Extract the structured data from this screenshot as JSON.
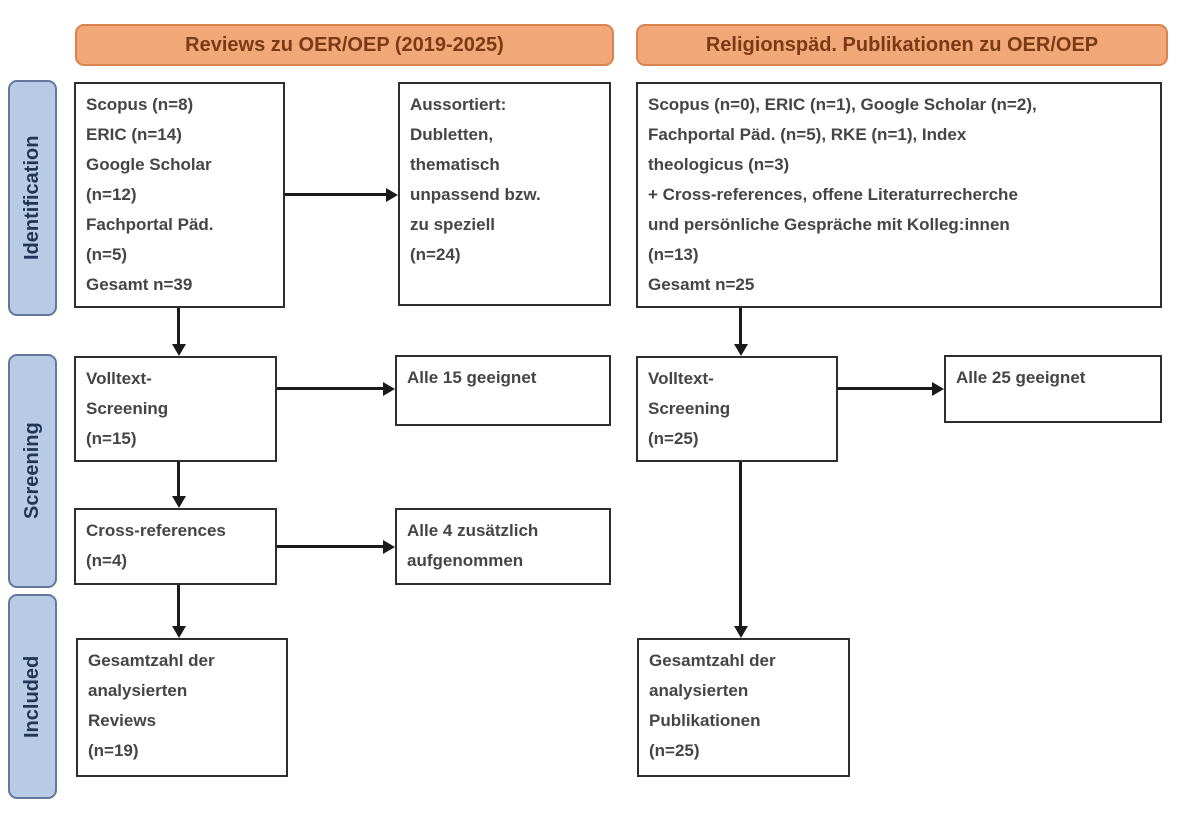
{
  "diagram": {
    "headers": {
      "left": "Reviews zu OER/OEP (2019-2025)",
      "right": "Religionspäd. Publikationen zu OER/OEP"
    },
    "stages": [
      {
        "label": "Identification"
      },
      {
        "label": "Screening"
      },
      {
        "label": "Included"
      }
    ],
    "boxes": {
      "reviews_sources": "Scopus (n=8)\nERIC (n=14)\nGoogle Scholar\n(n=12)\nFachportal Päd.\n(n=5)\nGesamt n=39",
      "reviews_excluded": "Aussortiert:\nDubletten,\nthematisch\nunpassend bzw.\nzu speziell\n(n=24)",
      "reviews_fulltext": "Volltext-\nScreening\n(n=15)",
      "reviews_fulltext_result": "Alle 15 geeignet",
      "reviews_crossref": "Cross-references\n(n=4)",
      "reviews_crossref_result": "Alle 4 zusätzlich\naufgenommen",
      "reviews_total": "Gesamtzahl der\nanalysierten\nReviews\n(n=19)",
      "pubs_sources": "Scopus (n=0), ERIC (n=1), Google Scholar (n=2),\nFachportal Päd. (n=5), RKE (n=1), Index\ntheologicus (n=3)\n+ Cross-references, offene Literaturrecherche\nund persönliche Gespräche mit Kolleg:innen\n(n=13)\nGesamt n=25",
      "pubs_fulltext": "Volltext-\nScreening\n(n=25)",
      "pubs_fulltext_result": "Alle 25 geeignet",
      "pubs_total": "Gesamtzahl der\nanalysierten\nPublikationen\n(n=25)"
    },
    "colors": {
      "header_fill": "#F2A778",
      "header_border": "#DB8350",
      "header_text": "#7A3A16",
      "stage_fill": "#B7CBE5",
      "stage_border": "#64789E",
      "stage_text": "#1F3656",
      "box_border": "#2E2E2E",
      "box_text": "#454545",
      "arrow": "#1A1A1A"
    }
  }
}
